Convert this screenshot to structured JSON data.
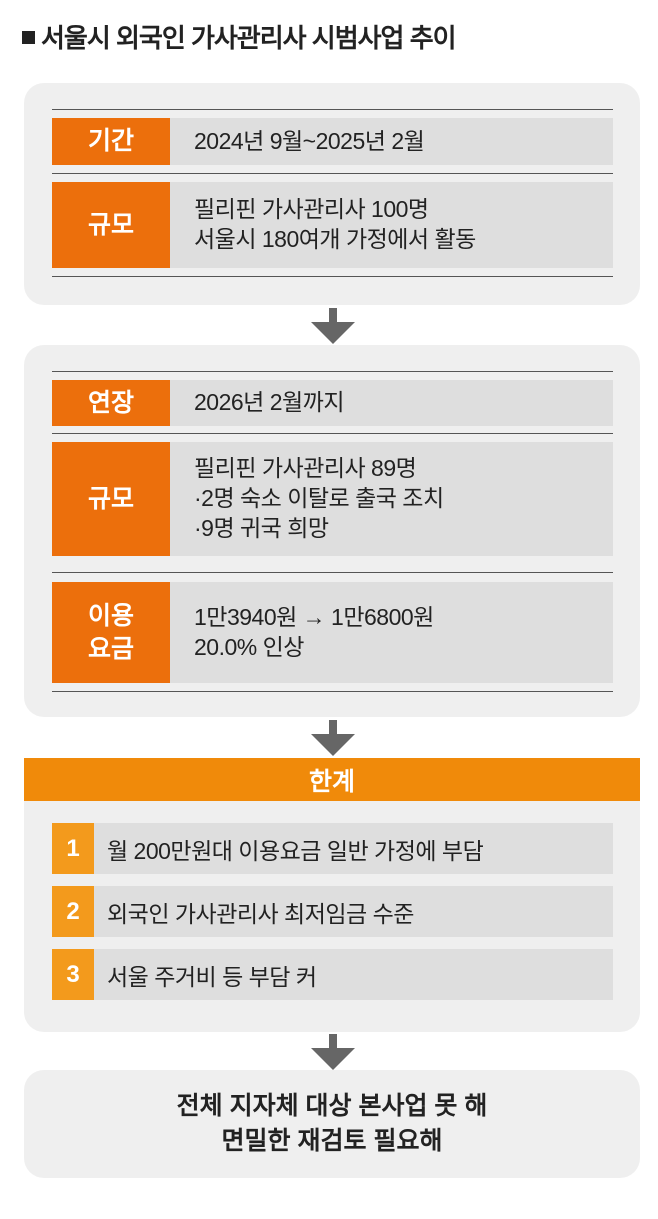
{
  "title": "서울시 외국인 가사관리사 시범사업 추이",
  "colors": {
    "label": "#ec6f0c",
    "limit_bar": "#f08a0a",
    "number": "#f39a1c",
    "panel": "#efefef",
    "row": "#dedede"
  },
  "pilot": {
    "rows": [
      {
        "label": "기간",
        "lines": [
          "2024년 9월~2025년 2월"
        ]
      },
      {
        "label": "규모",
        "lines": [
          "필리핀 가사관리사 100명",
          "서울시 180여개 가정에서 활동"
        ]
      }
    ]
  },
  "extension": {
    "rows": [
      {
        "label": "연장",
        "lines": [
          "2026년 2월까지"
        ]
      },
      {
        "label": "규모",
        "lines": [
          "필리핀 가사관리사 89명",
          " ·2명 숙소 이탈로 출국 조치",
          " ·9명 귀국 희망"
        ]
      },
      {
        "label_lines": [
          "이용",
          "요금"
        ],
        "lines": [
          "1만3940원 → 1만6800원",
          "20.0% 인상"
        ]
      }
    ]
  },
  "limits": {
    "header": "한계",
    "items": [
      {
        "num": "1",
        "text": "월 200만원대 이용요금 일반 가정에 부담"
      },
      {
        "num": "2",
        "text": "외국인 가사관리사 최저임금 수준"
      },
      {
        "num": "3",
        "text": "서울 주거비 등 부담 커"
      }
    ]
  },
  "conclusion": {
    "lines": [
      "전체 지자체 대상 본사업 못 해",
      "면밀한 재검토 필요해"
    ]
  }
}
